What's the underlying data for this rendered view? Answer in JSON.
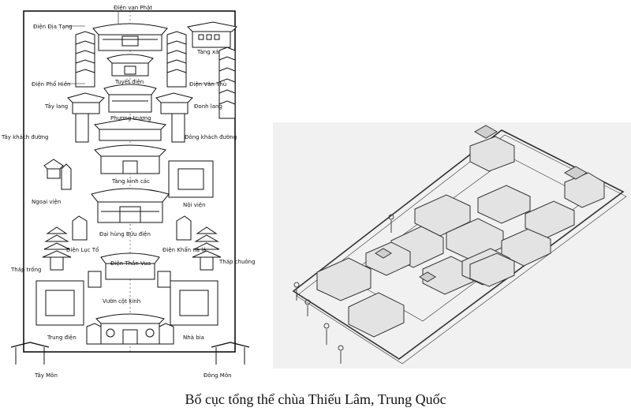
{
  "plan_labels": {
    "dien_van_phat": "Điện vạn Phật",
    "dien_dia_tang": "Điện Địa Tạng",
    "tang_xa": "Tàng xá",
    "dien_pho_hien": "Điện Phổ Hiền",
    "tuyet_dien": "Tuyết điện",
    "dien_van_thu": "Điện Văn Thù",
    "tay_lang": "Tây lang",
    "donh_lang": "Đonh lang",
    "phuong_truong": "Phương trượng",
    "tay_khach_duong": "Tây khách đường",
    "dong_khach_duong": "Đông khách đường",
    "tang_kinh_cac": "Tàng kinh các",
    "ngoai_vien": "Ngoại viện",
    "noi_vien": "Nội viện",
    "dai_hung_buu_dien": "Đại hùng Bửu điện",
    "dien_luc_to": "Điện Lục Tổ",
    "dien_khan_na_la": "Điện Khẩn na lá",
    "thap_trong": "Tháp trống",
    "dien_than_vua": "Điện Thần Vua",
    "thap_chuong": "Tháp chuông",
    "vuon_cot_kinh": "Vườn cột kinh",
    "trung_dien": "Trung điện",
    "nha_bia": "Nhà bia",
    "tay_mon": "Tây Môn",
    "dong_mon": "Đông Môn"
  },
  "caption": "Bố cục tổng thể chùa Thiếu Lâm, Trung Quốc"
}
